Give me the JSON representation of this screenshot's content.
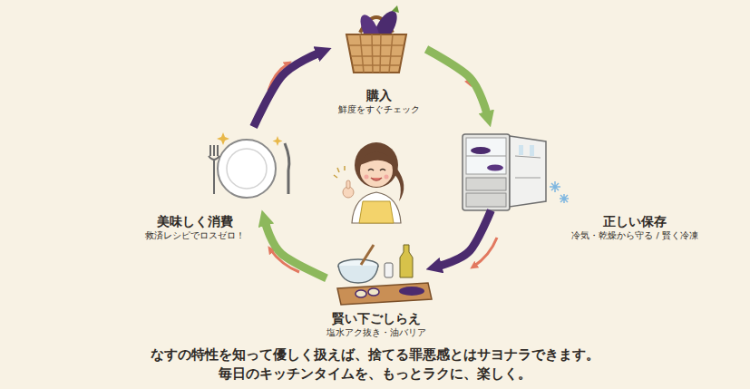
{
  "diagram": {
    "caption": "なすの特性を知って優しく扱えば、捨てる罪悪感とはサヨナラできます。 毎日のキッチンタイムを、もっとラクに、楽しく。",
    "nodes": [
      {
        "text": [
          "購入",
          "鮮度をすぐチェック"
        ]
      },
      {
        "text": [
          "正しい保存",
          "冷気・乾燥から守る / 賢く冷凍"
        ]
      },
      {
        "text": [
          "賢い下ごしらえ",
          "塩水アク抜き・油バリア"
        ]
      },
      {
        "text": [
          "美味しく消費",
          "救済レシピでロスゼロ！"
        ]
      }
    ],
    "edges": [
      {
        "from": 0,
        "to": 1,
        "arrow": "to"
      },
      {
        "from": 1,
        "to": 2,
        "arrow": "to"
      },
      {
        "from": 2,
        "to": 3,
        "arrow": "to"
      },
      {
        "from": 3,
        "to": 0,
        "arrow": "to"
      }
    ]
  }
}
